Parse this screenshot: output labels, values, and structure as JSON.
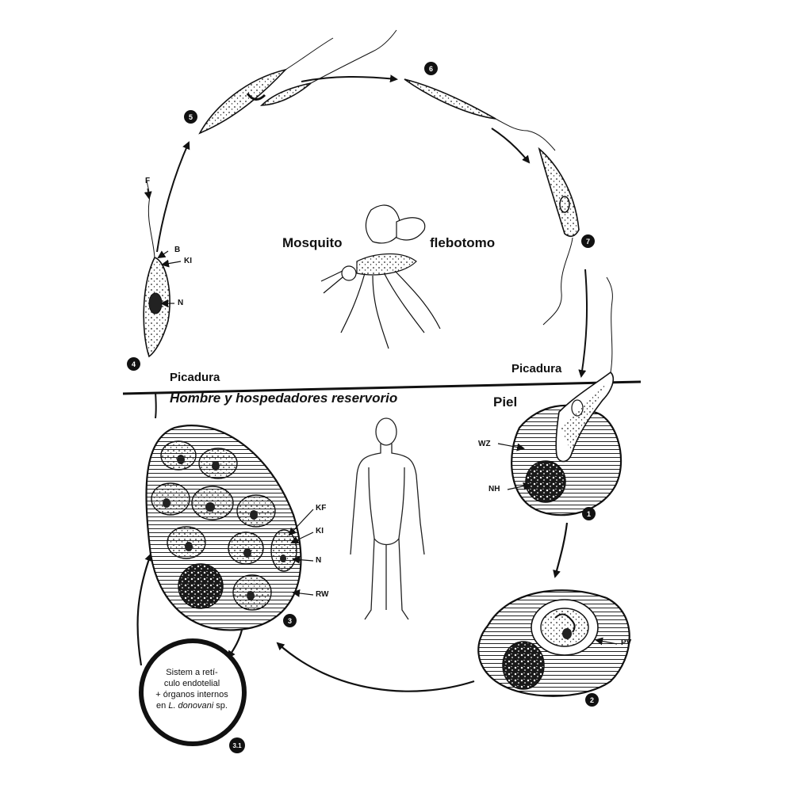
{
  "labels": {
    "mosquito": "Mosquito",
    "flebotomo": "flebotomo",
    "picadura_left": "Picadura",
    "picadura_right": "Picadura",
    "hombre": "Hombre y hospedadores reservorio",
    "piel": "Piel"
  },
  "parts": {
    "F": "F",
    "B": "B",
    "KI_top": "KI",
    "N_top": "N",
    "WZ": "WZ",
    "NH": "NH",
    "PV": "PV",
    "KF": "KF",
    "KI": "KI",
    "N": "N",
    "RW": "RW"
  },
  "circle_text": {
    "line1": "Sistem a retí-",
    "line2": "culo endotelial",
    "line3": "+ órganos internos",
    "line4_prefix": "en ",
    "line4_species": "L. donovani",
    "line4_suffix": " sp."
  },
  "stages": [
    "1",
    "2",
    "3",
    "3.1",
    "4",
    "5",
    "6",
    "7"
  ]
}
